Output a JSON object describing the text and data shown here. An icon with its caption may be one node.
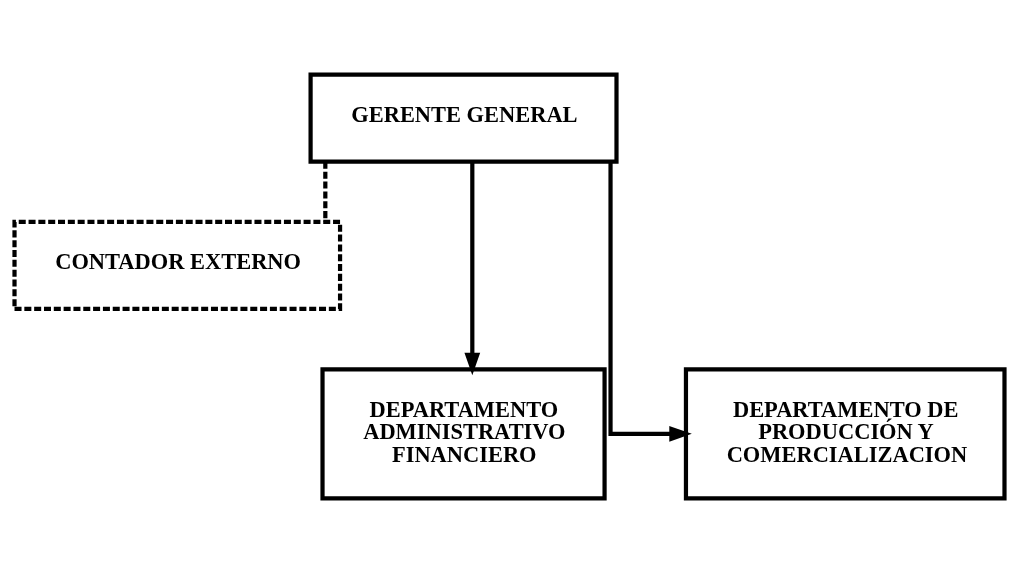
{
  "diagram": {
    "nodes": [
      {
        "text": [
          "GERENTE GENERAL"
        ]
      },
      {
        "text": [
          "CONTADOR EXTERNO"
        ]
      },
      {
        "text": [
          "DEPARTAMENTO ADMINISTRATIVO FINANCIERO"
        ]
      },
      {
        "text": [
          "DEPARTAMENTO DE PRODUCCIÓN Y COMERCIALIZACION"
        ]
      }
    ],
    "edges": [
      {
        "from": 0,
        "to": 1,
        "arrow": "none",
        "style": "dashed"
      },
      {
        "from": 0,
        "to": 2,
        "arrow": "to"
      },
      {
        "from": 0,
        "to": 3,
        "arrow": "to"
      }
    ]
  }
}
